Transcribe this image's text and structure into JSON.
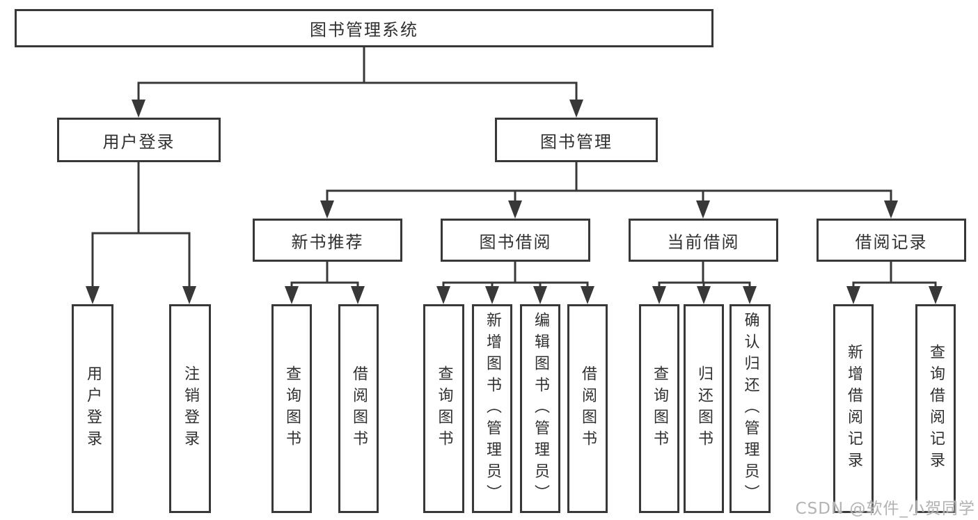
{
  "diagram": {
    "root": {
      "label": "图书管理系统"
    },
    "level2": [
      {
        "label": "用户登录"
      },
      {
        "label": "图书管理"
      }
    ],
    "level3": [
      {
        "label": "新书推荐"
      },
      {
        "label": "图书借阅"
      },
      {
        "label": "当前借阅"
      },
      {
        "label": "借阅记录"
      }
    ],
    "leaves": {
      "user_login": [
        "用户登录",
        "注销登录"
      ],
      "new_book": [
        "查询图书",
        "借阅图书"
      ],
      "borrow": [
        "查询图书",
        "新增图书（管理员）",
        "编辑图书（管理员）",
        "借阅图书"
      ],
      "current": [
        "查询图书",
        "归还图书",
        "确认归还（管理员）"
      ],
      "records": [
        "新增借阅记录",
        "查询借阅记录"
      ]
    }
  },
  "watermark": "CSDN @软件_小贺同学",
  "colors": {
    "line": "#383838",
    "text": "#303030",
    "background": "#ffffff",
    "watermark": "#b3b3b3"
  }
}
